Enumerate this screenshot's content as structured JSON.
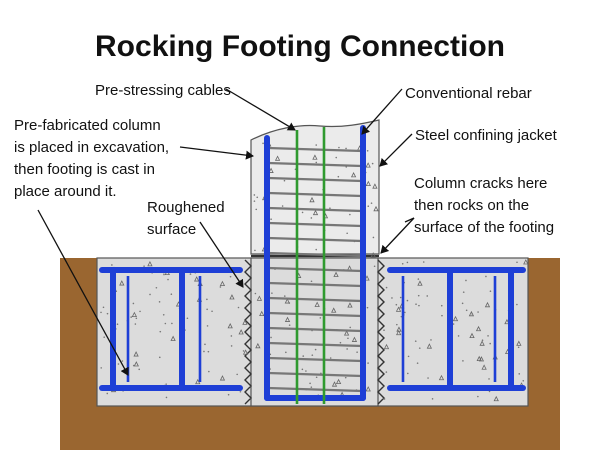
{
  "title": "Rocking Footing Connection",
  "labels": {
    "prestressing_cables": "Pre-stressing cables",
    "conventional_rebar": "Conventional rebar",
    "steel_jacket": "Steel confining jacket",
    "prefab_column": [
      "Pre-fabricated column",
      "is placed in excavation,",
      "then footing is cast in",
      "place around it."
    ],
    "roughened_surface": [
      "Roughened",
      "surface"
    ],
    "column_cracks": [
      "Column cracks here",
      "then rocks on the",
      "surface of the footing"
    ]
  },
  "colors": {
    "soil": "#9a6630",
    "concrete": "#dcdcdc",
    "jacket": "#ebebeb",
    "rebar": "#1e3fd6",
    "ties": "#777777",
    "cables": "#2f9a2f",
    "ink": "#111111"
  }
}
